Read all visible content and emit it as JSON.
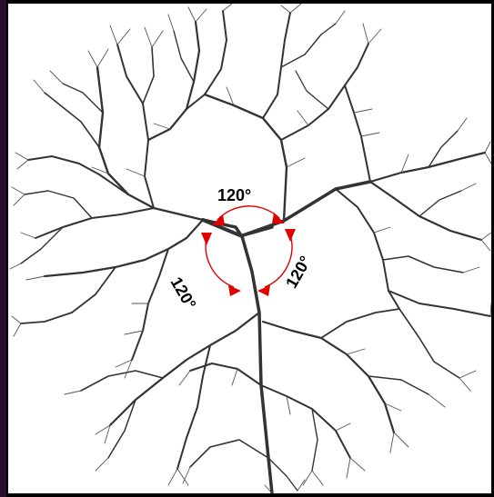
{
  "diagram": {
    "angle_labels": [
      "120°",
      "120°",
      "120°"
    ],
    "colors": {
      "background": "#000000",
      "canvas": "#ffffff",
      "branches": "#333333",
      "arcs": "#e00000"
    }
  }
}
